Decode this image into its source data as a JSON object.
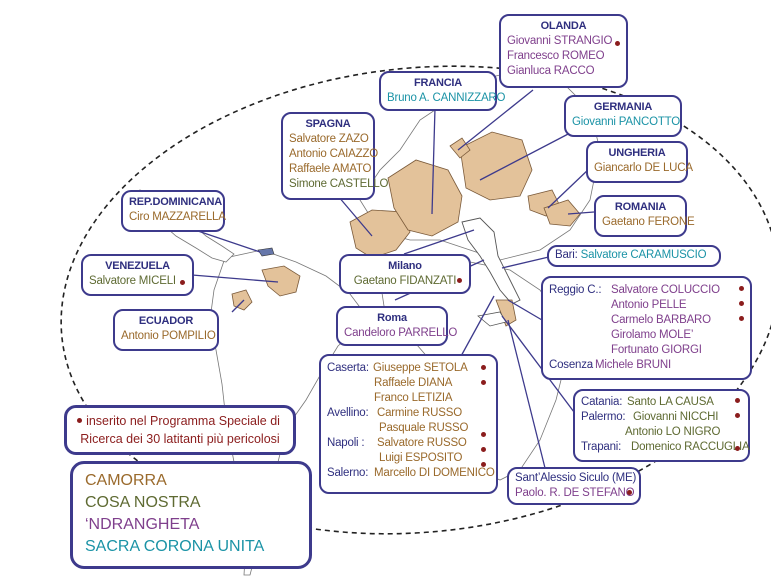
{
  "colors": {
    "camorra": "#9a6a2c",
    "cosa_nostra": "#5e6a32",
    "ndrangheta": "#7f3f8c",
    "sacra_corona_unita": "#1b93a6",
    "frame": "#3d3a8c",
    "country_fill": "#e3c29a",
    "dot": "#8b1d1d"
  },
  "olanda": {
    "title": "OLANDA",
    "names": [
      "Giovanni STRANGIO",
      "Francesco ROMEO",
      "Gianluca RACCO"
    ]
  },
  "francia": {
    "title": "FRANCIA",
    "names": [
      "Bruno A. CANNIZZARO"
    ]
  },
  "germania": {
    "title": "GERMANIA",
    "names": [
      "Giovanni PANCOTTO"
    ]
  },
  "spagna": {
    "title": "SPAGNA",
    "names": [
      "Salvatore ZAZO",
      "Antonio CAIAZZO",
      "Raffaele AMATO",
      "Simone CASTELLO"
    ]
  },
  "ungheria": {
    "title": "UNGHERIA",
    "names": [
      "Giancarlo DE LUCA"
    ]
  },
  "repdom": {
    "title": "REP.DOMINICANA",
    "names": [
      "Ciro MAZZARELLA"
    ]
  },
  "romania": {
    "title": "ROMANIA",
    "names": [
      "Gaetano FERONE"
    ]
  },
  "bari": {
    "label": "Bari:",
    "name": "Salvatore CARAMUSCIO"
  },
  "venezuela": {
    "title": "VENEZUELA",
    "names": [
      "Salvatore MICELI"
    ]
  },
  "milano": {
    "title": "Milano",
    "names": [
      "Gaetano FIDANZATI"
    ]
  },
  "roma": {
    "title": "Roma",
    "names": [
      "Candeloro PARRELLO"
    ]
  },
  "ecuador": {
    "title": "ECUADOR",
    "names": [
      "Antonio POMPILIO"
    ]
  },
  "calabria": {
    "reggio_label": "Reggio C.:",
    "reggio_names": [
      "Salvatore COLUCCIO",
      "Antonio PELLE",
      "Carmelo BARBARO",
      "Girolamo MOLE’",
      "Fortunato GIORGI"
    ],
    "cosenza_label": "Cosenza",
    "cosenza_name": ": Michele BRUNI"
  },
  "campania": {
    "caserta_label": "Caserta:",
    "caserta_names": [
      "Giuseppe SETOLA",
      "Raffaele DIANA",
      "Franco LETIZIA"
    ],
    "avellino_label": "Avellino:",
    "avellino_names": [
      "Carmine RUSSO",
      "Pasquale RUSSO"
    ],
    "napoli_label": "Napoli :",
    "napoli_names": [
      "Salvatore RUSSO",
      "Luigi ESPOSITO"
    ],
    "salerno_label": "Salerno:",
    "salerno_name": "Marcello DI DOMENICO"
  },
  "sicilia": {
    "catania_label": "Catania:",
    "catania_name": "Santo LA CAUSA",
    "palermo_label": "Palermo:",
    "palermo_names": [
      "Giovanni NICCHI",
      "Antonio LO NIGRO"
    ],
    "trapani_label": "Trapani:",
    "trapani_name": "Domenico RACCUGLIA"
  },
  "santalessio": {
    "title": "Sant’Alessio Siculo (ME)",
    "name": "Paolo. R. DE STEFANO"
  },
  "note": {
    "line1": "inserito nel Programma Speciale di",
    "line2": "Ricerca dei 30 latitanti più pericolosi"
  },
  "legend": {
    "items": [
      "CAMORRA",
      "COSA NOSTRA",
      "‘NDRANGHETA",
      "SACRA CORONA UNITA"
    ]
  }
}
